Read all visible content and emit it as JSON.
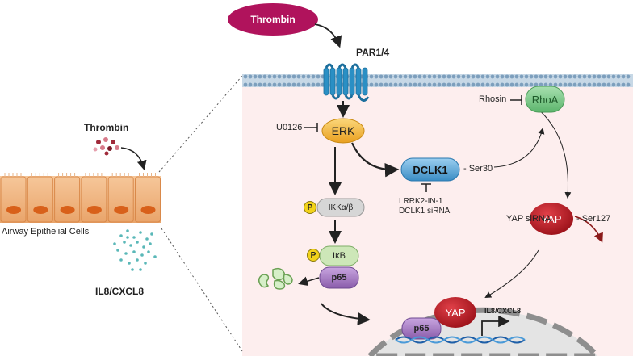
{
  "left_panel": {
    "thrombin_label": "Thrombin",
    "cells_label": "Airway Epithelial Cells",
    "il8_label": "IL8/CXCL8"
  },
  "pathway": {
    "thrombin_pill": "Thrombin",
    "receptor_label": "PAR1/4",
    "erk": "ERK",
    "erk_inhibitor": "U0126",
    "dclk1": "DCLK1",
    "dclk1_site": "- Ser30",
    "dclk1_inhibitors": [
      "LRRK2-IN-1",
      "DCLK1 siRNA"
    ],
    "rhoa": "RhoA",
    "rhoa_inhibitor": "Rhosin",
    "yap": "YAP",
    "yap_inhibitor": "YAP siRNA",
    "yap_site": "- Ser127",
    "phospho": "P",
    "ikk": "IKKα/β",
    "ikb": "IκB",
    "p65": "p65",
    "nucleus_yap": "YAP",
    "nucleus_p65": "p65",
    "gene_label": "IL8/CXCL8"
  },
  "colors": {
    "thrombin_pill": "#b0135c",
    "erk": "#f5b83a",
    "dclk1": "#5aa8d8",
    "rhoa": "#7cc98a",
    "yap": "#c0202a",
    "ikk": "#d6d6d6",
    "ikb": "#cde7b8",
    "p65": "#a77cc4",
    "cell_bg": "#fdeeee",
    "membrane": "#9fb9cf",
    "receptor": "#2a8fc4",
    "nucleus": "#e3e3e3"
  },
  "icons": [
    "receptor-icon",
    "epithelial-cells-icon",
    "thrombin-particles-icon",
    "il8-particles-icon",
    "degraded-ikb-icon",
    "dna-icon"
  ]
}
